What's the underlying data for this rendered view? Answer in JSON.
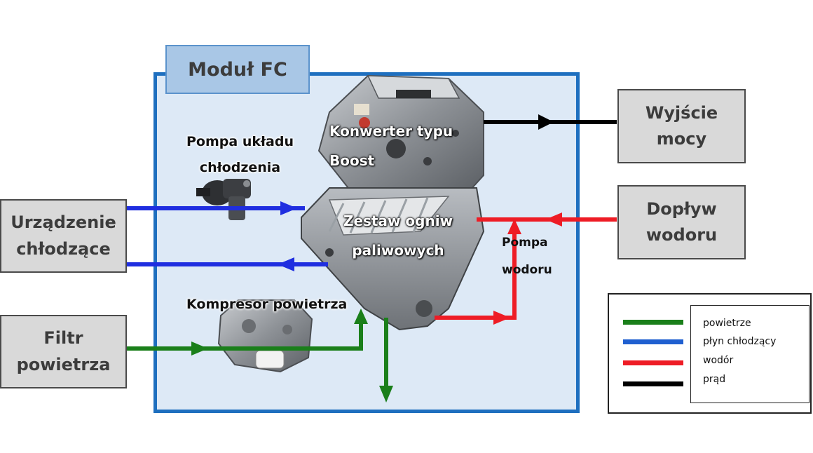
{
  "module": {
    "title": "Moduł FC"
  },
  "external": {
    "power_out": "Wyjście\nmocy",
    "hydrogen_in": "Dopływ\nwodoru",
    "cooling_device": "Urządzenie\nchłodzące",
    "air_filter": "Filtr\npowietrza"
  },
  "labels": {
    "boost_converter": "Konwerter typu\nBoost",
    "coolant_pump": "Pompa układu\nchłodzenia",
    "fc_stack": "Zestaw ogniw\npaliwowych",
    "hydrogen_pump": "Pompa\nwodoru",
    "air_compressor": "Kompresor powietrza"
  },
  "legend": [
    {
      "label": "powietrze",
      "color": "#1a7f1a"
    },
    {
      "label": "płyn chłodzący",
      "color": "#1f5fd0"
    },
    {
      "label": "wodór",
      "color": "#ee1c25"
    },
    {
      "label": "prąd",
      "color": "#000000"
    }
  ],
  "colors": {
    "air": "#1a7f1a",
    "coolant": "#1f2ee0",
    "hydrogen": "#ee1c25",
    "power": "#000000",
    "module_border": "#1e6fbf",
    "module_fill": "#dde9f6"
  }
}
